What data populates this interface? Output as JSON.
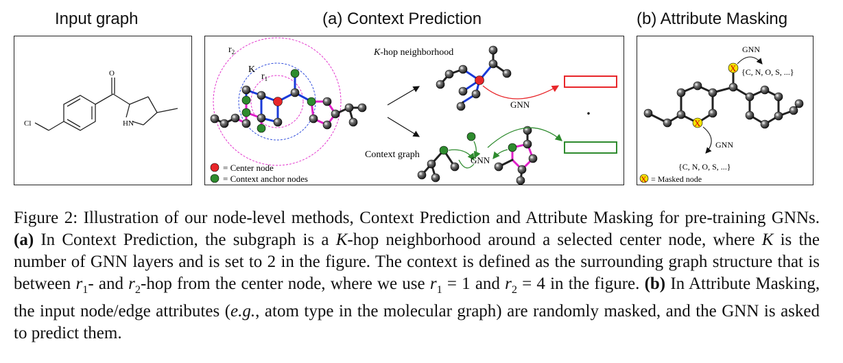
{
  "panels": {
    "input_title": "Input graph",
    "context_title": "(a) Context Prediction",
    "masking_title": "(b) Attribute Masking"
  },
  "molecule_labels": {
    "oxygen": "O",
    "chlorine": "Cl",
    "amine": "HN"
  },
  "context_panel": {
    "r2": "r",
    "r2_sub": "2",
    "k": "K",
    "r1": "r",
    "r1_sub": "1",
    "khop_k": "K",
    "khop_rest": "-hop neighborhood",
    "gnn_top": "GNN",
    "gnn_mid": "GNN",
    "context_graph": "Context graph",
    "dot": "·",
    "legend_center": "= Center node",
    "legend_anchor": "= Context anchor nodes",
    "center_color": "#e8262a",
    "anchor_color": "#2e8b2e",
    "edge_pink": "#e020c8",
    "edge_blue": "#1a3ad8"
  },
  "masking_panel": {
    "gnn_top": "GNN",
    "set_top": "{C, N, O, S, ...}",
    "gnn_bottom": "GNN",
    "set_bottom": "{C, N, O, S, ...}",
    "mask_symbol": "X",
    "legend_masked": "= Masked node",
    "mask_color": "#f3e400"
  },
  "caption": {
    "label": "Figure 2:",
    "part1": "Illustration of our node-level methods, Context Prediction and Attribute Masking for pre-training GNNs.",
    "a_label": "(a)",
    "part2": "In Context Prediction, the subgraph is a",
    "k1": "K",
    "part3": "-hop neighborhood around a selected center node, where",
    "k2": "K",
    "part4": "is the number of GNN layers and is set to 2 in the figure. The context is defined as the surrounding graph structure that is between",
    "r1a": "r",
    "r1a_sub": "1",
    "part5": "- and",
    "r2a": "r",
    "r2a_sub": "2",
    "part6": "-hop from the center node, where we use",
    "r1b": "r",
    "r1b_sub": "1",
    "eq1": "= 1 and",
    "r2b": "r",
    "r2b_sub": "2",
    "eq2": "= 4 in the figure.",
    "b_label": "(b)",
    "part7": "In Attribute Masking, the input node/edge attributes (",
    "eg": "e.g.",
    "part8": ", atom type in the molecular graph) are randomly masked, and the GNN is asked to predict them."
  }
}
